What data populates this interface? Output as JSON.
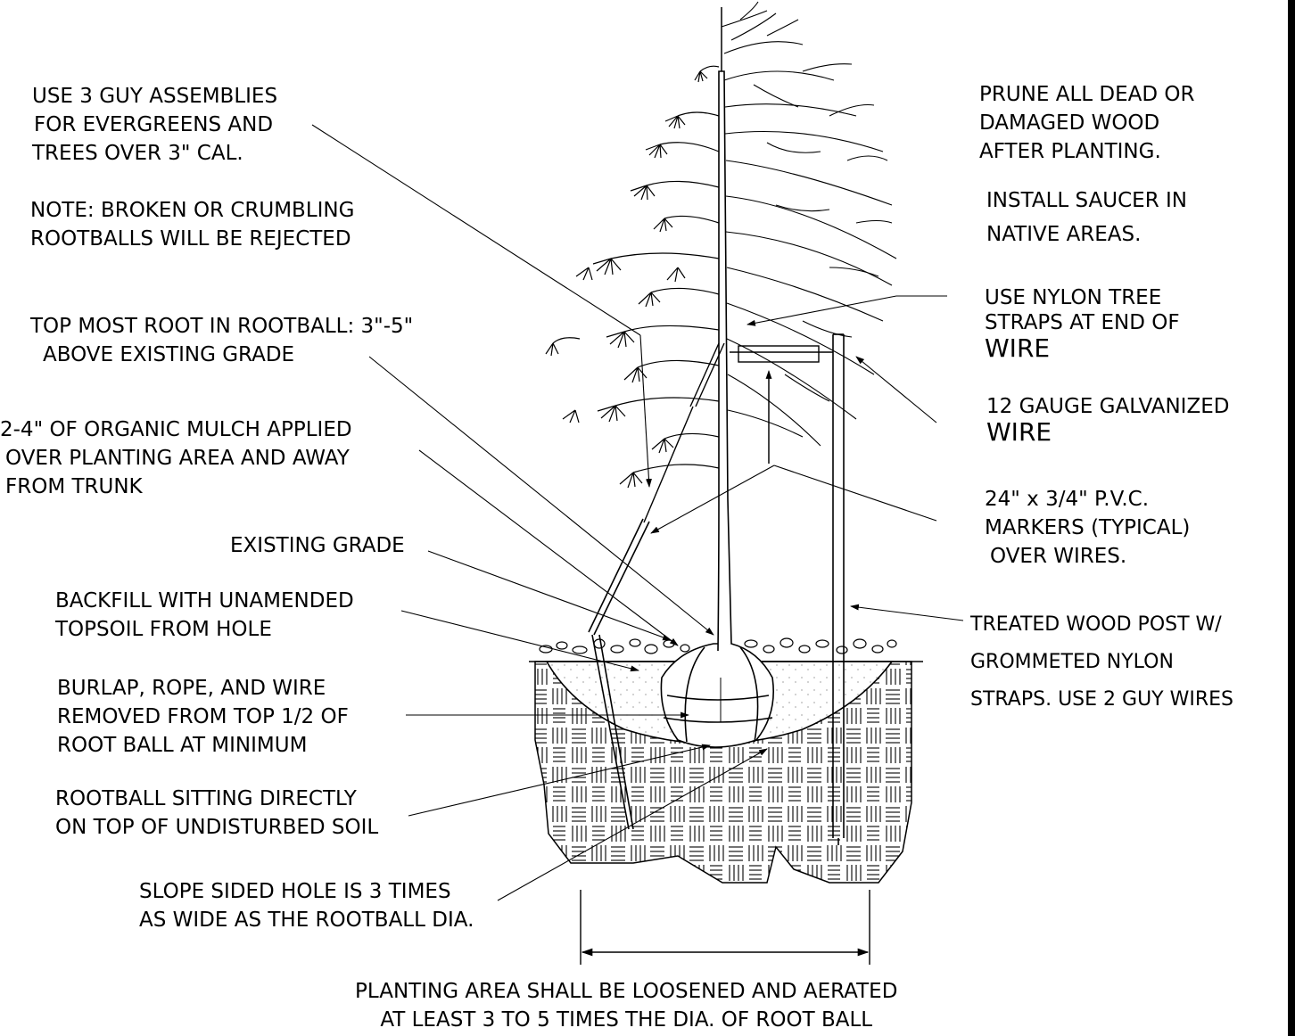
{
  "labels": {
    "guy_assemblies": [
      "USE 3 GUY ASSEMBLIES",
      "FOR EVERGREENS AND",
      "TREES OVER 3\" CAL."
    ],
    "note_rootballs": [
      "NOTE: BROKEN OR CRUMBLING",
      "ROOTBALLS WILL BE REJECTED"
    ],
    "top_root": [
      "TOP MOST ROOT IN ROOTBALL: 3\"-5\"",
      "ABOVE EXISTING GRADE"
    ],
    "mulch": [
      "2-4\" OF ORGANIC MULCH APPLIED",
      "OVER PLANTING AREA AND AWAY",
      "FROM TRUNK"
    ],
    "existing_grade": "EXISTING GRADE",
    "backfill": [
      "BACKFILL WITH UNAMENDED",
      "TOPSOIL FROM HOLE"
    ],
    "burlap": [
      "BURLAP, ROPE, AND WIRE",
      "REMOVED FROM TOP 1/2 OF",
      "ROOT BALL AT MINIMUM"
    ],
    "rootball_sitting": [
      "ROOTBALL SITTING DIRECTLY",
      "ON TOP OF UNDISTURBED SOIL"
    ],
    "slope_hole": [
      "SLOPE SIDED HOLE IS 3 TIMES",
      "AS WIDE AS THE ROOTBALL DIA."
    ],
    "planting_area": [
      "PLANTING AREA SHALL BE LOOSENED AND AERATED",
      "AT LEAST 3 TO 5 TIMES THE DIA. OF ROOT BALL"
    ],
    "prune": [
      "PRUNE ALL DEAD OR",
      "DAMAGED WOOD",
      "AFTER PLANTING."
    ],
    "saucer": [
      "INSTALL SAUCER IN",
      "NATIVE AREAS."
    ],
    "nylon_straps": [
      "USE NYLON TREE",
      "STRAPS AT END OF",
      "WIRE"
    ],
    "gauge_wire": [
      "12 GAUGE GALVANIZED",
      "WIRE"
    ],
    "pvc_markers": [
      "24\" x 3/4\" P.V.C.",
      "MARKERS (TYPICAL)",
      "OVER WIRES."
    ],
    "wood_post": [
      "TREATED WOOD POST W/",
      "GROMMETED NYLON",
      "STRAPS.  USE 2 GUY WIRES"
    ]
  }
}
